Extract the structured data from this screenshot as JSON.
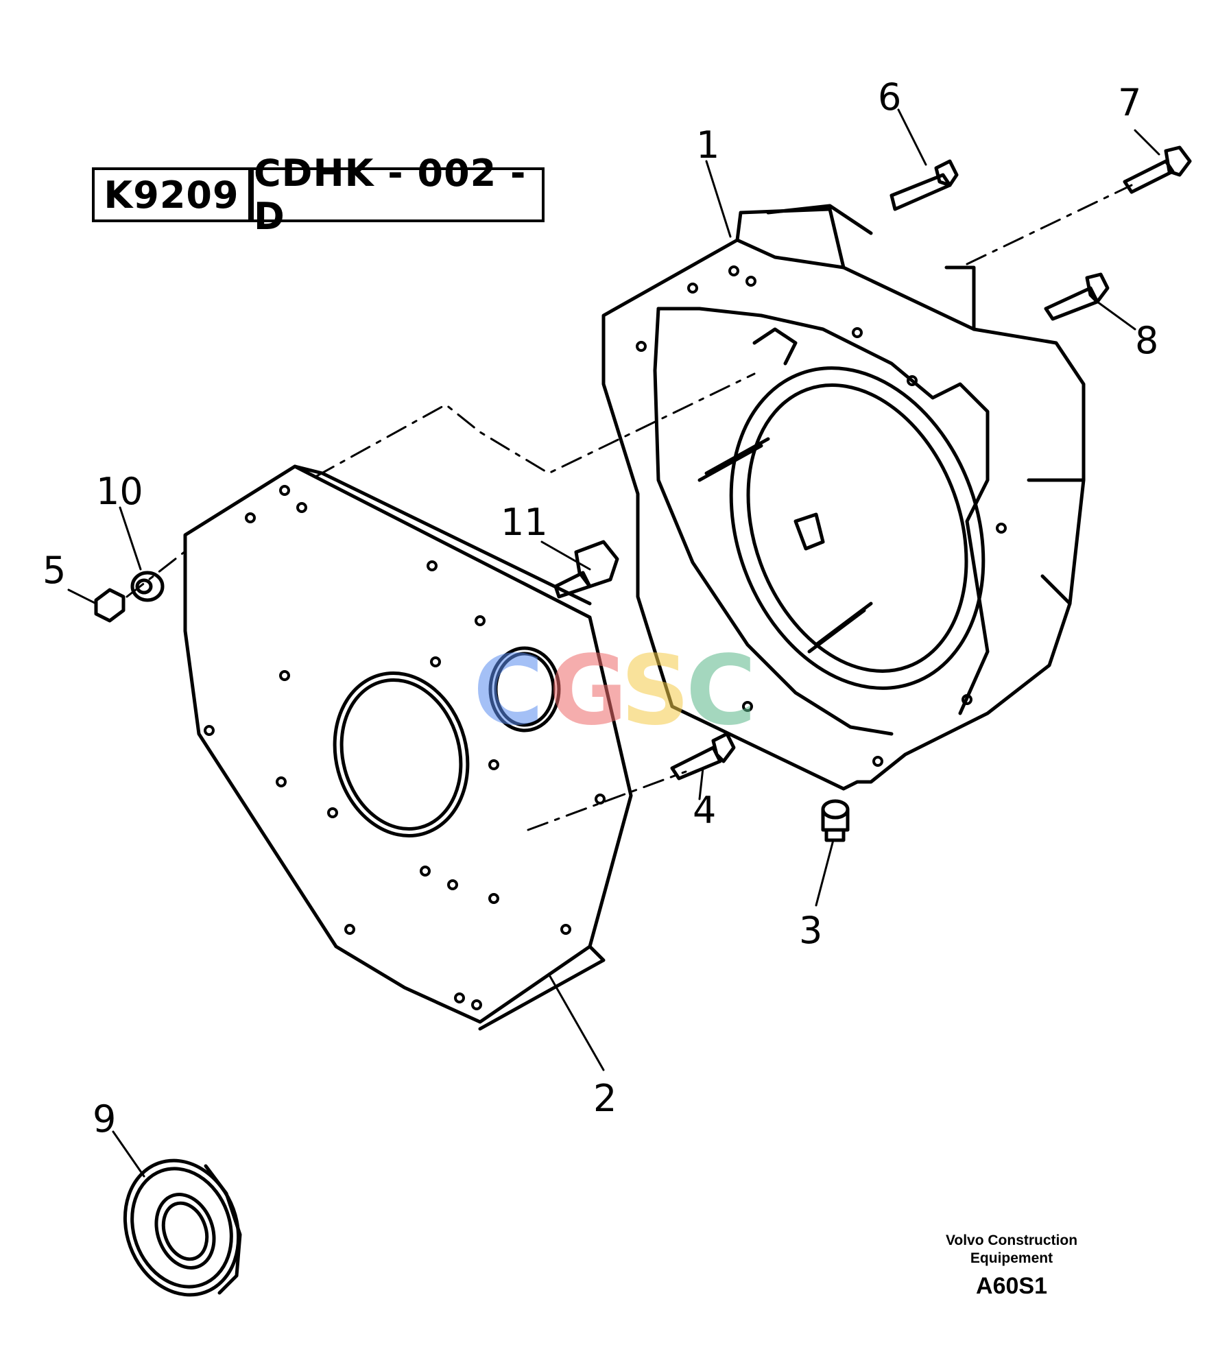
{
  "header": {
    "ref_code": "K9209",
    "drawing_number": "CDHK - 002 - D"
  },
  "callouts": [
    {
      "id": "1",
      "label": "1"
    },
    {
      "id": "2",
      "label": "2"
    },
    {
      "id": "3",
      "label": "3"
    },
    {
      "id": "4",
      "label": "4"
    },
    {
      "id": "5",
      "label": "5"
    },
    {
      "id": "6",
      "label": "6"
    },
    {
      "id": "7",
      "label": "7"
    },
    {
      "id": "8",
      "label": "8"
    },
    {
      "id": "9",
      "label": "9"
    },
    {
      "id": "10",
      "label": "10"
    },
    {
      "id": "11",
      "label": "11"
    }
  ],
  "watermark": {
    "letters": [
      "C",
      "G",
      "S",
      "C"
    ],
    "colors": [
      "#5b8def",
      "#ee6b6b",
      "#f5cc4a",
      "#5bb88a"
    ]
  },
  "footer": {
    "company_line1": "Volvo Construction",
    "company_line2": "Equipement",
    "model": "A60S1"
  }
}
